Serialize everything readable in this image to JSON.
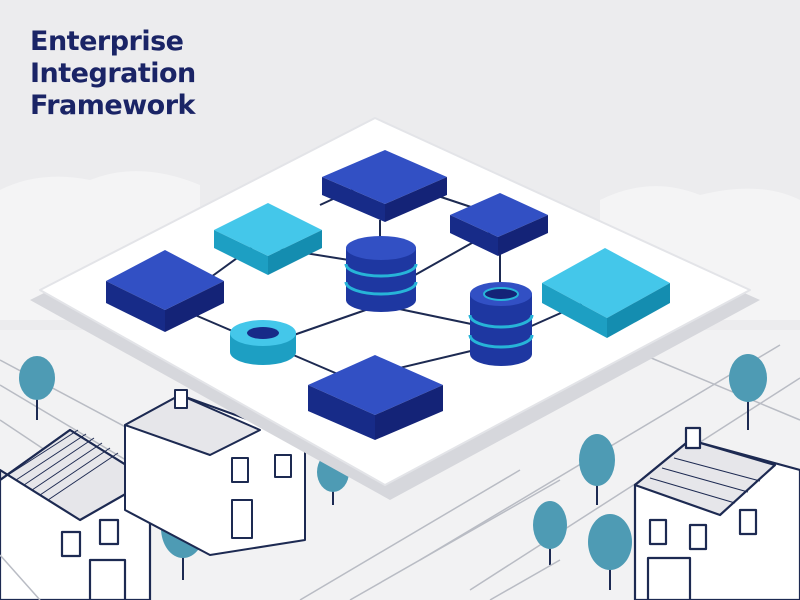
{
  "title": {
    "line1": "Enterprise",
    "line2": "Integration",
    "line3": "Framework"
  },
  "colors": {
    "background": "#ececee",
    "title": "#1a2466",
    "navy": "#1e37a1",
    "cyan": "#27b4d8",
    "platform": "#ffffff",
    "tree": "#4e9bb4",
    "outline": "#1d2a52"
  }
}
